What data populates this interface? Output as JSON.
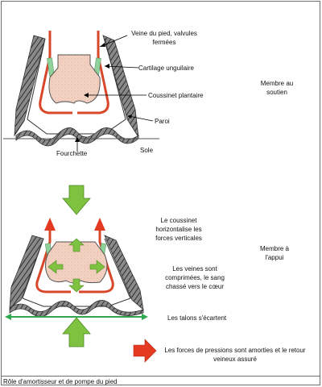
{
  "top": {
    "label_veine": "Veine du pied, valvules fermées",
    "label_cartilage": "Cartilage unguilaire",
    "label_coussinet": "Coussinet plantaire",
    "label_paroi": "Paroi",
    "label_fourchette": "Fourchette",
    "label_sole": "Sole",
    "state": "Membre au soutien"
  },
  "bottom": {
    "state": "Membre à l'appui",
    "note_coussinet": "Le coussinet horizontalise les forces verticales",
    "note_veines": "Les veines sont comprimées, le sang chassé vers le cœur",
    "note_talons": "Les talons s'écartent",
    "note_forces": "Les forces de pressions sont amorties et le retour veineux assuré"
  },
  "caption": "Rôle d'amortisseur et de pompe du pied",
  "colors": {
    "vein": "#d9472b",
    "cartilage": "#8fd19a",
    "pad": "#f2d2c2",
    "wall": "#5a5a5a",
    "arrow_green": "#7fc241",
    "arrow_red": "#e53a22"
  }
}
